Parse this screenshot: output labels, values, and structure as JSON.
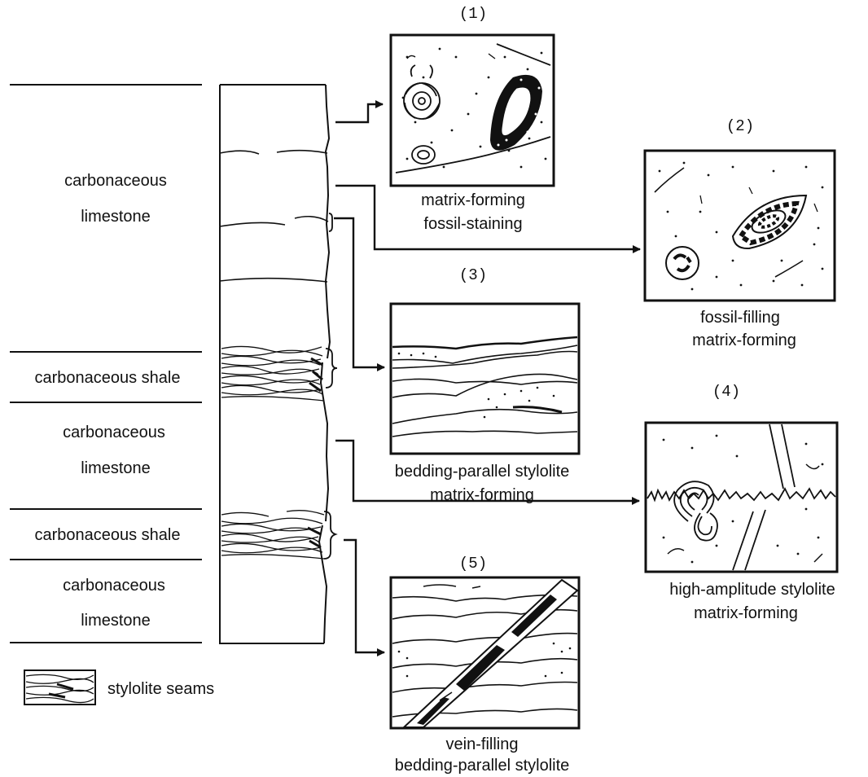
{
  "lithology": {
    "limestone_upper": [
      "carbonaceous",
      "limestone"
    ],
    "shale_upper": "carbonaceous shale",
    "limestone_middle": [
      "carbonaceous",
      "limestone"
    ],
    "shale_lower": "carbonaceous shale",
    "limestone_lower": [
      "carbonaceous",
      "limestone"
    ]
  },
  "legend": {
    "label": "stylolite seams"
  },
  "panels": [
    {
      "number": "(1)",
      "caption": [
        "matrix-forming",
        "fossil-staining"
      ]
    },
    {
      "number": "(2)",
      "caption": [
        "fossil-filling",
        "matrix-forming"
      ]
    },
    {
      "number": "(3)",
      "caption": [
        "bedding-parallel stylolite",
        "matrix-forming"
      ]
    },
    {
      "number": "(4)",
      "caption": [
        "high-amplitude stylolite",
        "matrix-forming"
      ]
    },
    {
      "number": "(5)",
      "caption": [
        "vein-filling",
        "bedding-parallel stylolite"
      ]
    }
  ]
}
